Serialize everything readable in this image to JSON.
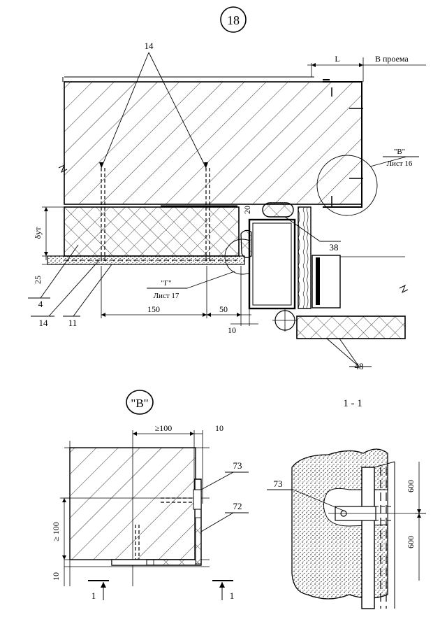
{
  "sheet_number": "18",
  "section_title_b": "\"В\"",
  "section_title_11": "1 - 1",
  "labels": {
    "dim_L": "L",
    "opening": "В проема",
    "callout_14_top": "14",
    "callout_b_ref": "\"В\"",
    "callout_b_sheet": "Лист 16",
    "callout_g_ref": "\"Г\"",
    "callout_g_sheet": "Лист 17",
    "dim_delta": "δут",
    "dim_20": "20",
    "dim_25": "25",
    "dim_150": "150",
    "dim_50": "50",
    "dim_10": "10",
    "pos_38": "38",
    "pos_4": "4",
    "pos_14": "14",
    "pos_11": "11",
    "pos_48": "48",
    "b_dim_100": "≥100",
    "b_dim_10_top": "10",
    "b_dim_100_left": "≥ 100",
    "b_dim_10_left": "10",
    "pos_73": "73",
    "pos_72": "72",
    "cut_1_left": "1",
    "cut_1_right": "1",
    "s_pos_73": "73",
    "s_dim_600_top": "600",
    "s_dim_600_bottom": "600"
  },
  "colors": {
    "line": "#000000",
    "background": "#ffffff"
  }
}
